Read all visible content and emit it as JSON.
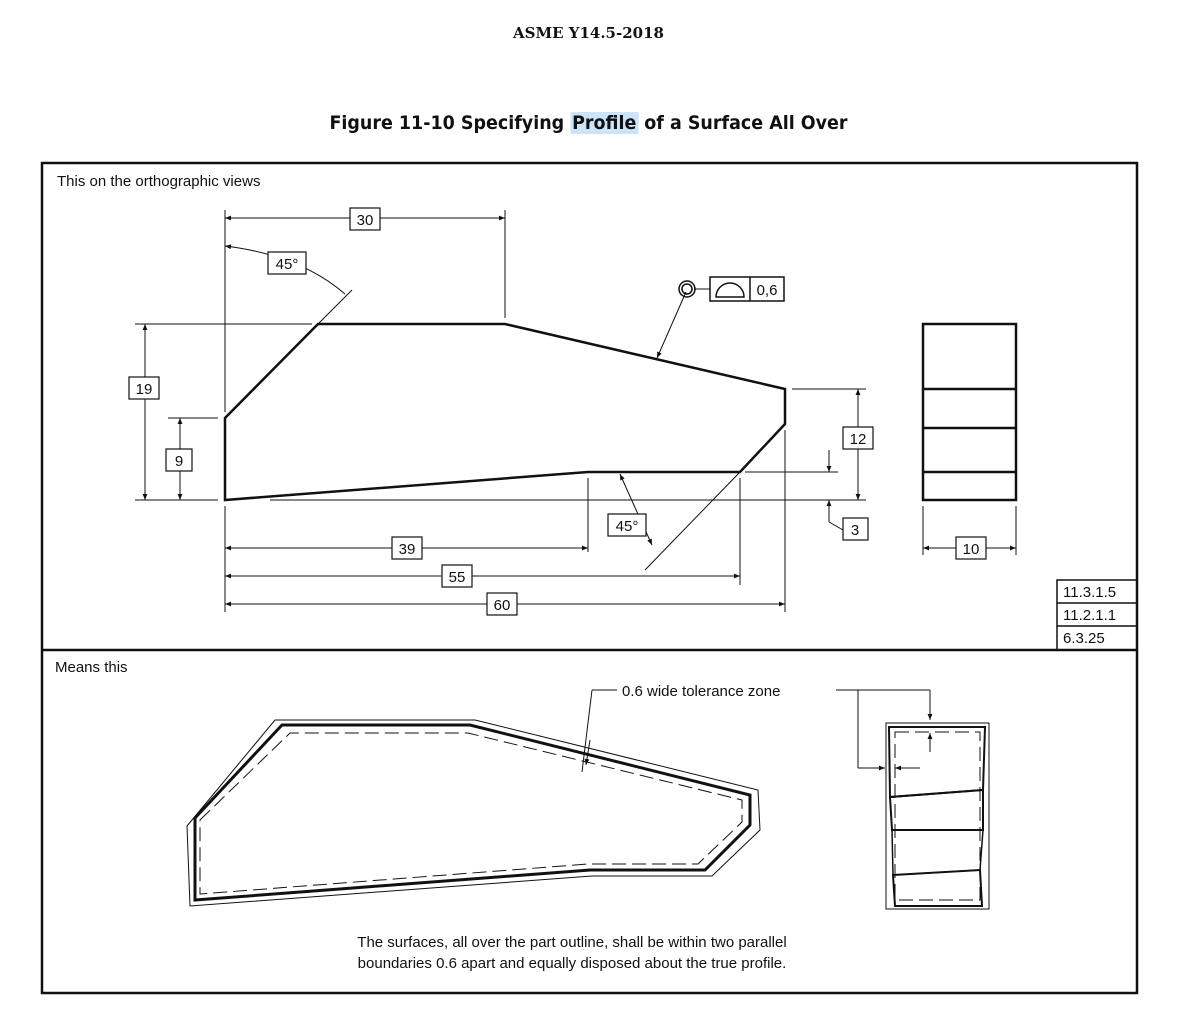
{
  "header": "ASME Y14.5-2018",
  "figure": {
    "prefix": "Figure 11-10 Specifying ",
    "highlight": "Profile",
    "suffix": " of a Surface All Over"
  },
  "upper_panel": {
    "label": "This on the orthographic views",
    "dimensions": {
      "top_length": "30",
      "angle_top": "45°",
      "height_total": "19",
      "height_left": "9",
      "height_right": "12",
      "step": "3",
      "len_39": "39",
      "len_55": "55",
      "len_60": "60",
      "angle_bottom": "45°",
      "side_width": "10"
    },
    "feature_control_frame": {
      "symbol": "profile-of-surface",
      "tolerance": "0,6",
      "all_over": true
    },
    "references": [
      "11.3.1.5",
      "11.2.1.1",
      "6.3.25"
    ]
  },
  "lower_panel": {
    "label": "Means this",
    "zone_label": "0.6 wide tolerance zone",
    "caption_line1": "The surfaces, all over the part outline, shall be within two parallel",
    "caption_line2": "boundaries 0.6 apart and equally disposed about the true profile."
  }
}
